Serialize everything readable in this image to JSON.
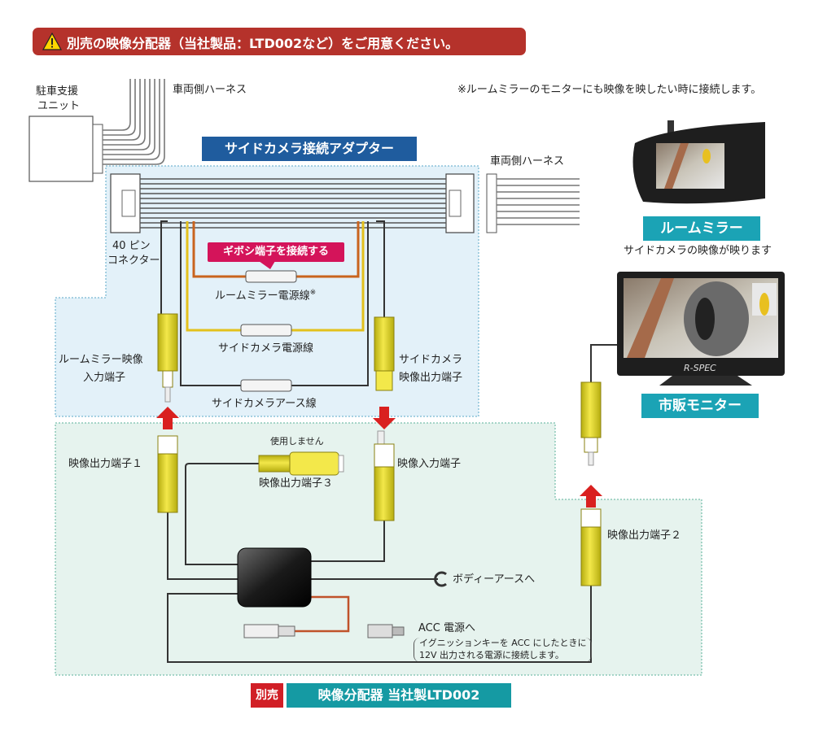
{
  "warning": {
    "text": "別売の映像分配器（当社製品：LTD002など）をご用意ください。",
    "icon": "warning-triangle-icon"
  },
  "parking_unit": {
    "label_line1": "駐車支援",
    "label_line2": "ユニット"
  },
  "harness_top": "車両側ハーネス",
  "harness_right": "車両側ハーネス",
  "note_top_right": "※ルームミラーのモニターにも映像を映したい時に接続します。",
  "adapter_title": "サイドカメラ接続アダプター",
  "connector": {
    "line1": "40 ピン",
    "line2": "コネクター"
  },
  "splice_label": "ギボシ端子を接続する",
  "wires": {
    "mirror_power": "ルームミラー電源線",
    "mirror_power_mark": "※",
    "camera_power": "サイドカメラ電源線",
    "camera_ground": "サイドカメラアース線"
  },
  "terminals": {
    "mirror_input_line1": "ルームミラー映像",
    "mirror_input_line2": "入力端子",
    "camera_output_line1": "サイドカメラ",
    "camera_output_line2": "映像出力端子",
    "out1": "映像出力端子１",
    "out2": "映像出力端子２",
    "out3": "映像出力端子３",
    "unused": "使用しません",
    "input": "映像入力端子"
  },
  "body_ground": "ボディーアースへ",
  "acc": {
    "title": "ACC 電源へ",
    "note_line1": "イグニッションキーを ACC にしたときに",
    "note_line2": "12V 出力される電源に接続します。"
  },
  "room_mirror": {
    "label": "ルームミラー",
    "caption": "サイドカメラの映像が映ります"
  },
  "monitor": {
    "label": "市販モニター",
    "brand": "R-SPEC"
  },
  "bottom": {
    "badge": "別売",
    "title": "映像分配器 当社製LTD002"
  },
  "colors": {
    "warning_red": "#b5322b",
    "adapter_blue": "#1f5c9e",
    "teal": "#1ba3b5",
    "splice_pink": "#d4145a",
    "rca_yellow": "#e8dc2a",
    "arrow_red": "#d9201f",
    "adapter_zone": "#e3f1f9",
    "splitter_zone": "#e6f3ee"
  }
}
